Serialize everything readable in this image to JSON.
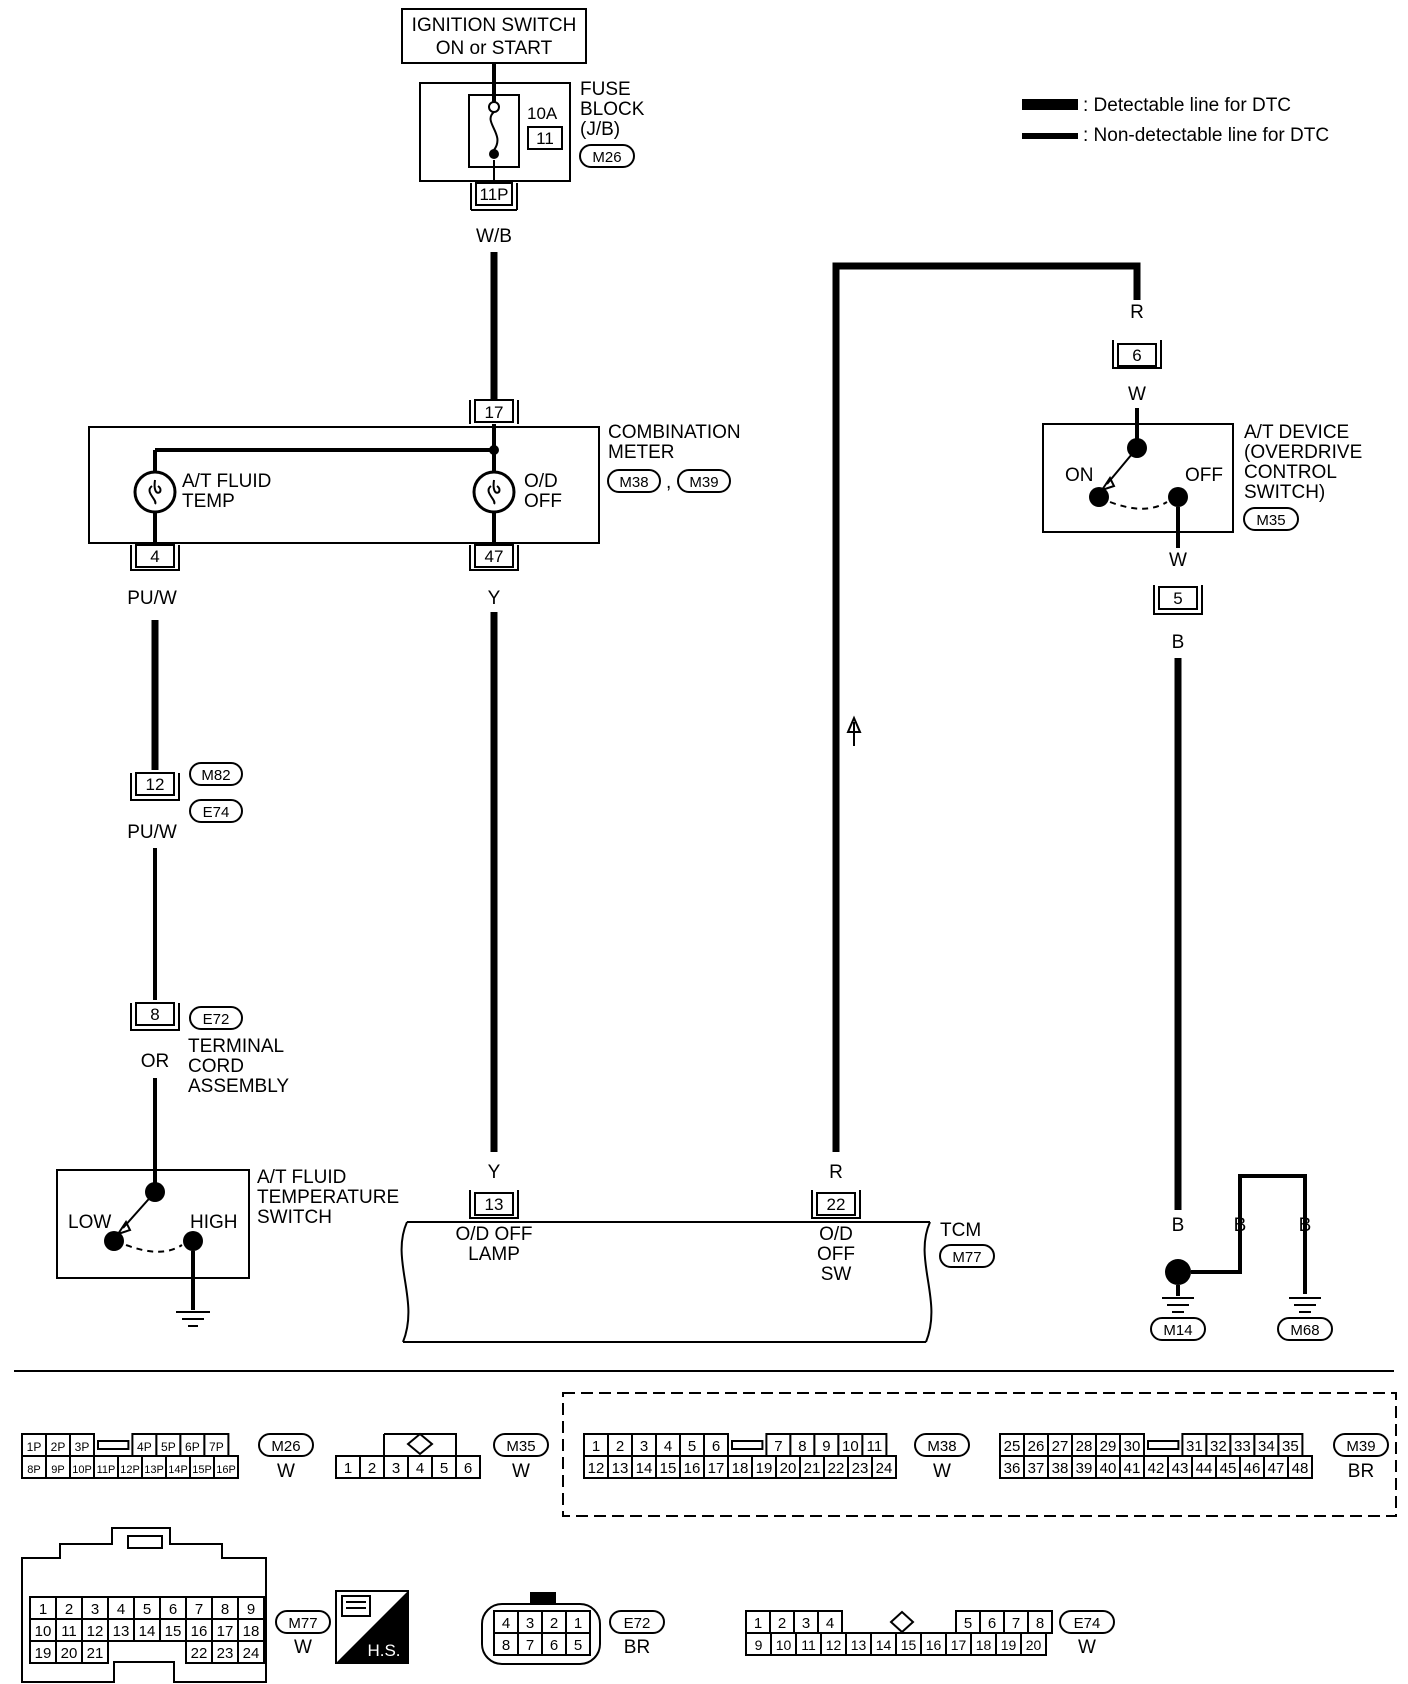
{
  "ignition_switch": {
    "line1": "IGNITION SWITCH",
    "line2": "ON or START"
  },
  "fuse_block": {
    "rating": "10A",
    "fuse_no": "11",
    "title1": "FUSE",
    "title2": "BLOCK",
    "title3": "(J/B)",
    "connector": "M26",
    "pin": "11P",
    "wire": "W/B"
  },
  "legend": {
    "detectable": ": Detectable line for DTC",
    "non_detectable": ": Non-detectable line for DTC"
  },
  "combination_meter": {
    "title1": "COMBINATION",
    "title2": "METER",
    "conn1": "M38",
    "conn_sep": ",",
    "conn2": "M39",
    "lamp1_line1": "A/T FLUID",
    "lamp1_line2": "TEMP",
    "lamp2_line1": "O/D",
    "lamp2_line2": "OFF",
    "pin_in": "17",
    "pin_left": "4",
    "pin_right": "47"
  },
  "wires": {
    "pu_w_top": "PU/W",
    "y_top": "Y",
    "pu_w_mid": "PU/W",
    "or": "OR",
    "y_bottom": "Y",
    "r_bottom": "R",
    "r_top": "R",
    "w_upper": "W",
    "w_lower": "W",
    "b_upper": "B",
    "b_ground": "B",
    "b_ground2": "B",
    "b_ground3": "B"
  },
  "joint_connector": {
    "pin": "12",
    "conn_top": "M82",
    "conn_bottom": "E74"
  },
  "terminal_cord": {
    "pin": "8",
    "conn": "E72",
    "line1": "TERMINAL",
    "line2": "CORD",
    "line3": "ASSEMBLY"
  },
  "fluid_temp_switch": {
    "title1": "A/T FLUID",
    "title2": "TEMPERATURE",
    "title3": "SWITCH",
    "low": "LOW",
    "high": "HIGH"
  },
  "at_device": {
    "title1": "A/T DEVICE",
    "title2": "(OVERDRIVE",
    "title3": "CONTROL",
    "title4": "SWITCH)",
    "conn": "M35",
    "on": "ON",
    "off": "OFF",
    "pin_top": "6",
    "pin_bottom": "5"
  },
  "tcm": {
    "title": "TCM",
    "conn": "M77",
    "pin_left": "13",
    "pin_right": "22",
    "left_line1": "O/D OFF",
    "left_line2": "LAMP",
    "right_line1": "O/D",
    "right_line2": "OFF",
    "right_line3": "SW"
  },
  "grounds": {
    "g1": "M14",
    "g2": "M68"
  },
  "connectors": {
    "m26": {
      "id": "M26",
      "color": "W",
      "row1": [
        "1P",
        "2P",
        "3P",
        "",
        "4P",
        "5P",
        "6P",
        "7P"
      ],
      "row2": [
        "8P",
        "9P",
        "10P",
        "11P",
        "12P",
        "13P",
        "14P",
        "15P",
        "16P"
      ]
    },
    "m35": {
      "id": "M35",
      "color": "W",
      "row": [
        "1",
        "2",
        "3",
        "4",
        "5",
        "6"
      ]
    },
    "m38": {
      "id": "M38",
      "color": "W",
      "row1": [
        "1",
        "2",
        "3",
        "4",
        "5",
        "6",
        "",
        "7",
        "8",
        "9",
        "10",
        "11"
      ],
      "row2": [
        "12",
        "13",
        "14",
        "15",
        "16",
        "17",
        "18",
        "19",
        "20",
        "21",
        "22",
        "23",
        "24"
      ]
    },
    "m39": {
      "id": "M39",
      "color": "BR",
      "row1": [
        "25",
        "26",
        "27",
        "28",
        "29",
        "30",
        "",
        "31",
        "32",
        "33",
        "34",
        "35"
      ],
      "row2": [
        "36",
        "37",
        "38",
        "39",
        "40",
        "41",
        "42",
        "43",
        "44",
        "45",
        "46",
        "47",
        "48"
      ]
    },
    "m77": {
      "id": "M77",
      "color": "W",
      "row1": [
        "1",
        "2",
        "3",
        "4",
        "5",
        "6",
        "7",
        "8",
        "9"
      ],
      "row2": [
        "10",
        "11",
        "12",
        "13",
        "14",
        "15",
        "16",
        "17",
        "18"
      ],
      "row3": [
        "19",
        "20",
        "21",
        "22",
        "23",
        "24"
      ]
    },
    "hs": "H.S.",
    "e72": {
      "id": "E72",
      "color": "BR",
      "row1": [
        "4",
        "3",
        "2",
        "1"
      ],
      "row2": [
        "8",
        "7",
        "6",
        "5"
      ]
    },
    "e74": {
      "id": "E74",
      "color": "W",
      "row1": [
        "1",
        "2",
        "3",
        "4",
        "5",
        "6",
        "7",
        "8"
      ],
      "row2": [
        "9",
        "10",
        "11",
        "12",
        "13",
        "14",
        "15",
        "16",
        "17",
        "18",
        "19",
        "20"
      ]
    }
  }
}
